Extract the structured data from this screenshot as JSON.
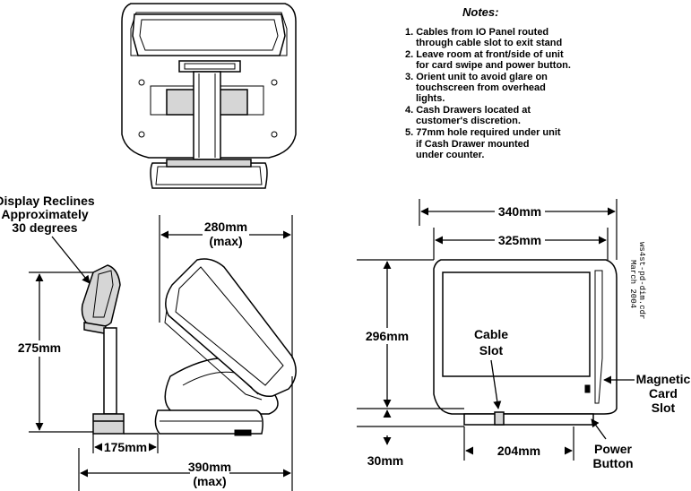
{
  "notes": {
    "title": "Notes:",
    "lines": [
      "1. Cables from IO Panel routed",
      "through cable slot to exit stand",
      "2. Leave room at front/side of unit",
      "for card swipe and power button.",
      "3. Orient unit to avoid glare on",
      "touchscreen from overhead",
      "lights.",
      "4. Cash Drawers located at",
      "customer's discretion.",
      "5. 77mm hole required under unit",
      "if Cash Drawer mounted",
      "under counter."
    ]
  },
  "side_view": {
    "recline_label": [
      "Display Reclines",
      "Approximately",
      "30 degrees"
    ],
    "height": "275mm",
    "base_depth": "175mm",
    "top_depth": [
      "280mm",
      "(max)"
    ],
    "total_depth": [
      "390mm",
      "(max)"
    ]
  },
  "front_view": {
    "outer_width": "340mm",
    "inner_width": "325mm",
    "height": "296mm",
    "base_height": "30mm",
    "base_width": "204mm",
    "cable_slot": [
      "Cable",
      "Slot"
    ],
    "magnetic_card_slot": [
      "Magnetic",
      "Card",
      "Slot"
    ],
    "power_button": [
      "Power",
      "Button"
    ]
  },
  "file_stamp": [
    "ws4st-pd-dim.cdr",
    "March 2004"
  ]
}
